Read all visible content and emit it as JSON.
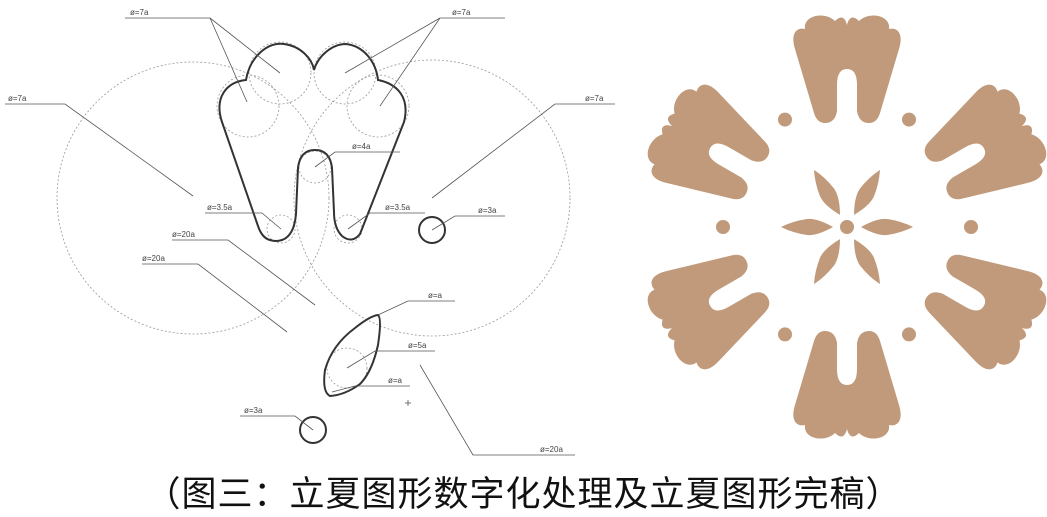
{
  "drawing_labels": {
    "top_left": "ø=7a",
    "top_right": "ø=7a",
    "left": "ø=7a",
    "right": "ø=7a",
    "notch": "ø=4a",
    "tip_left": "ø=3.5a",
    "tip_right": "ø=3.5a",
    "dot_right": "ø=3a",
    "arc_a": "ø=20a",
    "arc_b": "ø=20a",
    "leaf_top": "ø=a",
    "leaf_mid": "ø=5a",
    "leaf_bottom": "ø=a",
    "dot_bottom": "ø=3a",
    "arc_c": "ø=20a"
  },
  "flower": {
    "color": "#c09a7a"
  },
  "caption": "（图三：立夏图形数字化处理及立夏图形完稿）"
}
